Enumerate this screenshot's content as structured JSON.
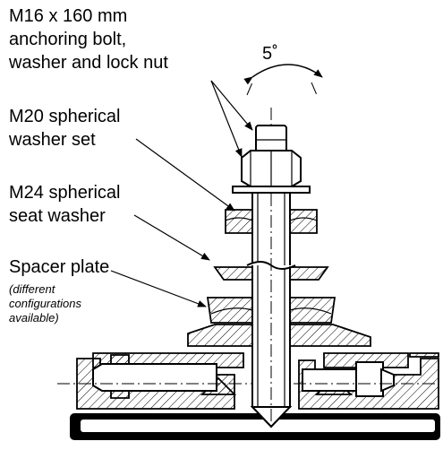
{
  "labels": {
    "bolt_line1": "M16 x 160 mm",
    "bolt_line2": "anchoring bolt,",
    "bolt_line3": "washer and lock nut",
    "spherical_washer_line1": "M20 spherical",
    "spherical_washer_line2": "washer set",
    "seat_washer_line1": "M24 spherical",
    "seat_washer_line2": "seat washer",
    "spacer_plate": "Spacer plate",
    "spacer_note_line1": "(different",
    "spacer_note_line2": "configurations",
    "spacer_note_line3": "available)",
    "tilt_angle": "5˚"
  }
}
